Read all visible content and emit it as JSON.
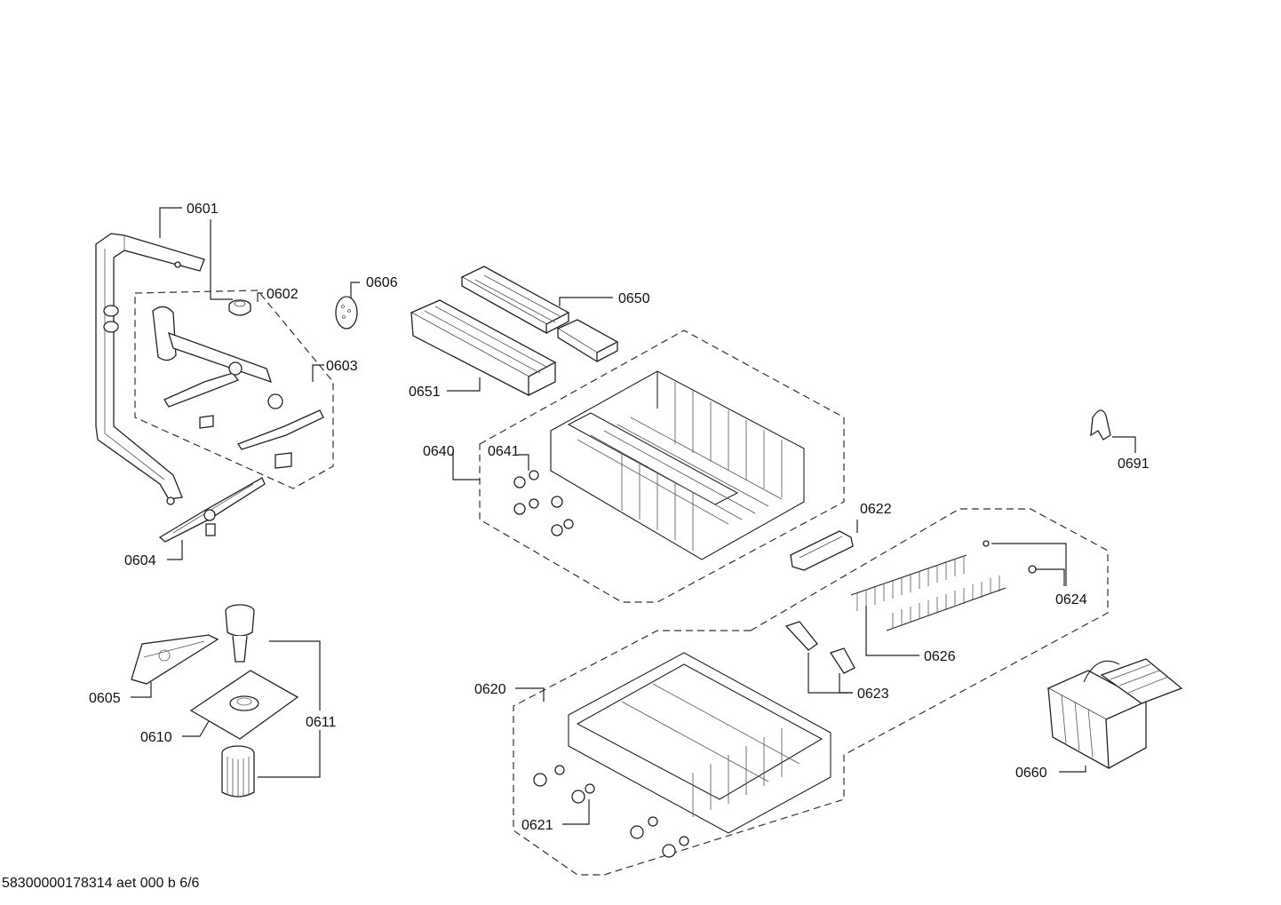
{
  "drawing": {
    "footer": "58300000178314 aet 000 b 6/6"
  },
  "parts": {
    "p0601": "0601",
    "p0602": "0602",
    "p0603": "0603",
    "p0604": "0604",
    "p0605": "0605",
    "p0606": "0606",
    "p0610": "0610",
    "p0611": "0611",
    "p0620": "0620",
    "p0621": "0621",
    "p0622": "0622",
    "p0623": "0623",
    "p0624": "0624",
    "p0626": "0626",
    "p0640": "0640",
    "p0641": "0641",
    "p0650": "0650",
    "p0651": "0651",
    "p0660": "0660",
    "p0691": "0691"
  }
}
